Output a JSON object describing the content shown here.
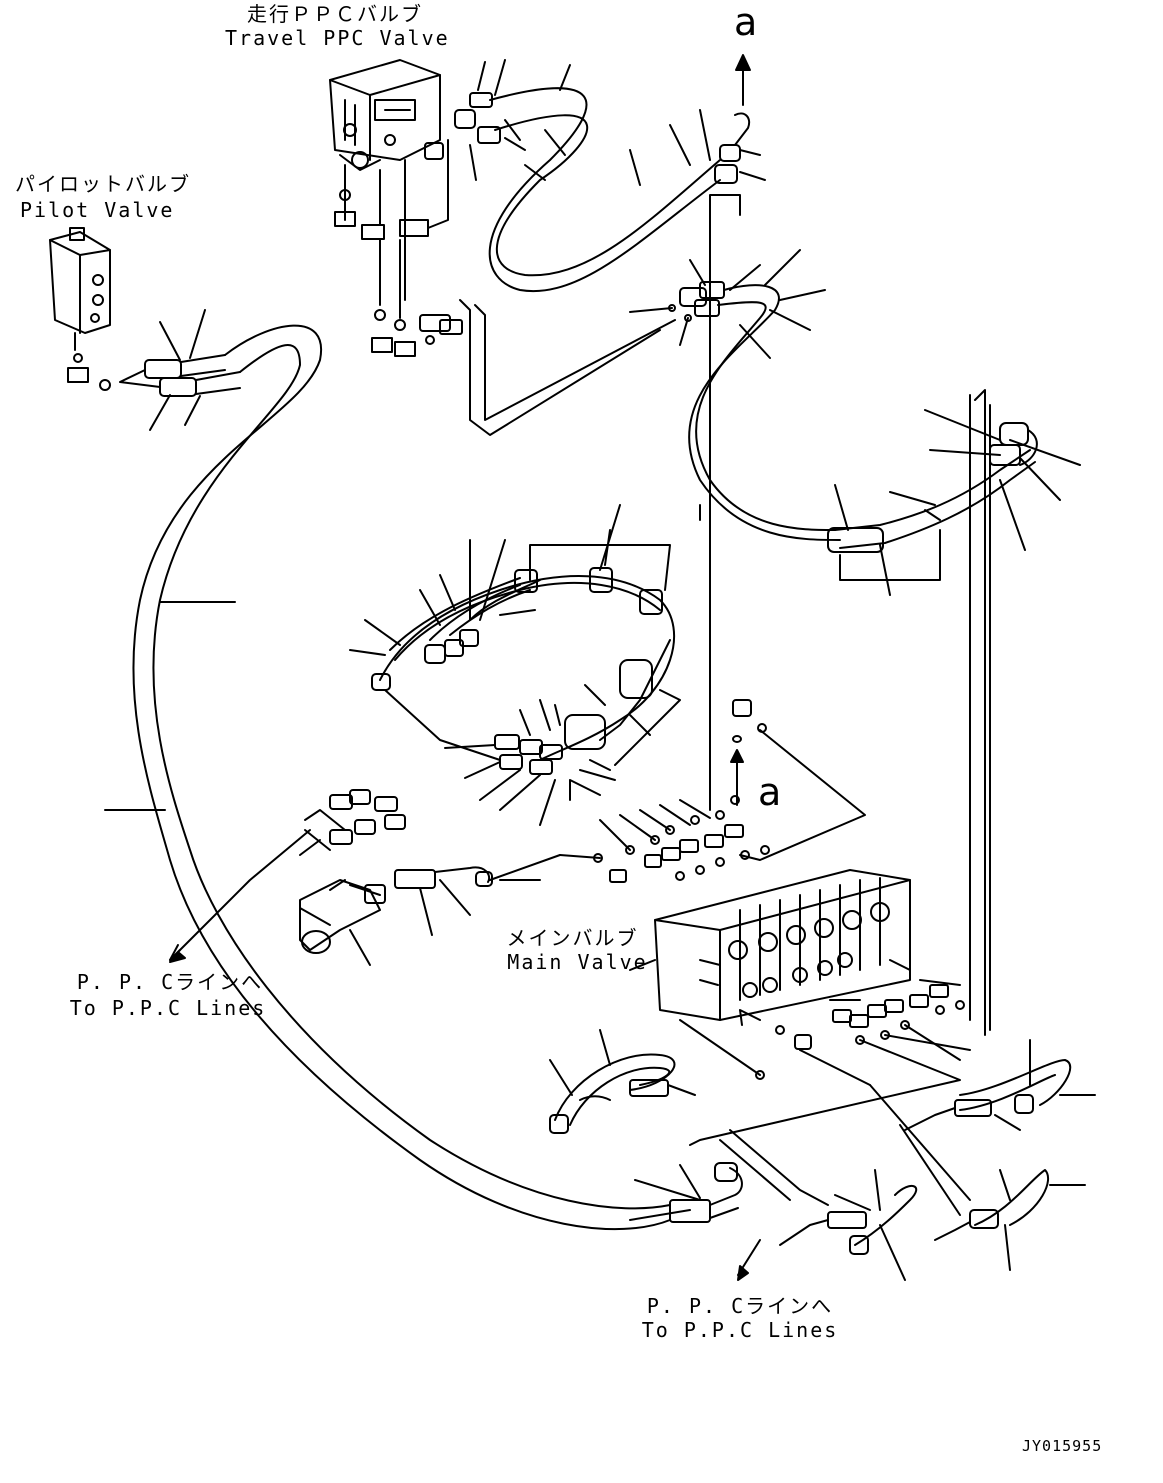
{
  "labels": {
    "travel_valve_jp": "走行ＰＰＣバルブ",
    "travel_valve_en": "Travel PPC Valve",
    "pilot_valve_jp": "パイロットバルブ",
    "pilot_valve_en": "Pilot Valve",
    "main_valve_jp": "メインバルブ",
    "main_valve_en": "Main Valve",
    "ppc_left_jp": "P. P. Cラインへ",
    "ppc_left_en": "To P.P.C Lines",
    "ppc_right_jp": "P. P. Cラインへ",
    "ppc_right_en": "To P.P.C Lines",
    "marker_top": "a",
    "marker_mid": "a",
    "drawing_code": "JY015955"
  }
}
